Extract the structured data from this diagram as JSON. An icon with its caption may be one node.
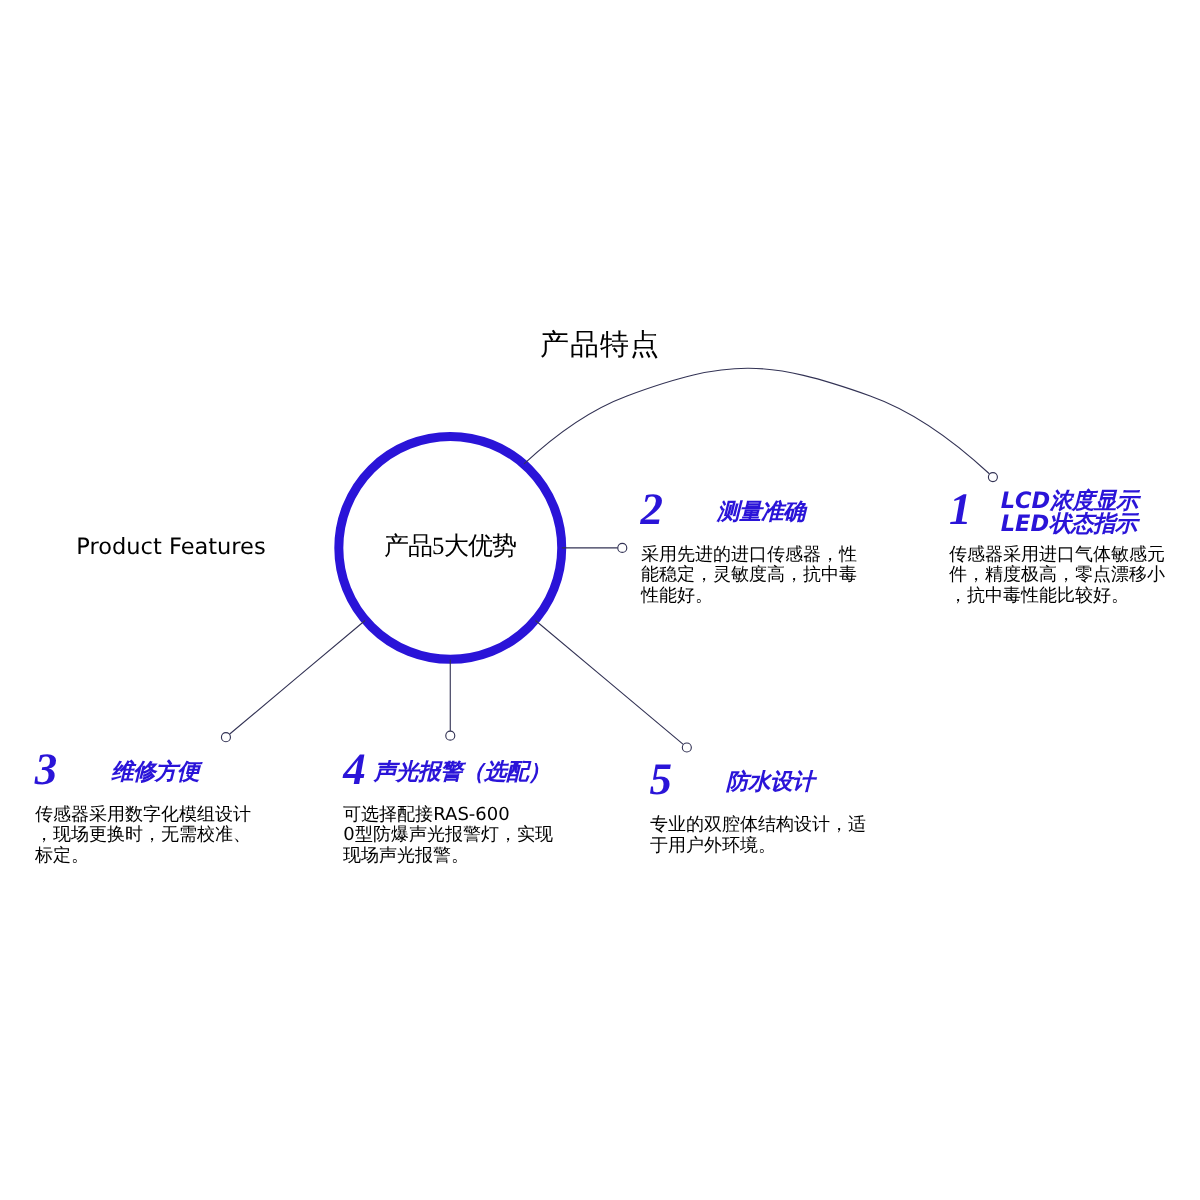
{
  "diagram": {
    "title": "产品特点",
    "nodes": [
      {
        "text": [
          "产品5大优势"
        ]
      },
      {
        "text": [
          "1",
          "LCD浓度显示",
          "LED状态指示",
          "传感器采用进口气体敏感元件，精度极高，零点漂移小，抗中毒性能比较好。"
        ]
      },
      {
        "text": [
          "2",
          "测量准确",
          "采用先进的进口传感器，性能稳定，灵敏度高，抗中毒性能好。"
        ]
      },
      {
        "text": [
          "3",
          "维修方便",
          "传感器采用数字化模组设计，现场更换时，无需校准、标定。"
        ]
      },
      {
        "text": [
          "4",
          "声光报警（选配）",
          "可选择配接RAS-6000型防爆声光报警灯，实现现场声光报警。"
        ]
      },
      {
        "text": [
          "5",
          "防水设计",
          "专业的双腔体结构设计，适于用户外环境。"
        ]
      }
    ],
    "edges": [
      {
        "from": 0,
        "to": 1,
        "arrow": "other"
      },
      {
        "from": 0,
        "to": 2,
        "arrow": "other"
      },
      {
        "from": 0,
        "to": 3,
        "arrow": "other"
      },
      {
        "from": 0,
        "to": 4,
        "arrow": "other"
      },
      {
        "from": 0,
        "to": 5,
        "arrow": "other"
      }
    ],
    "labels": [
      "Product Features"
    ]
  }
}
